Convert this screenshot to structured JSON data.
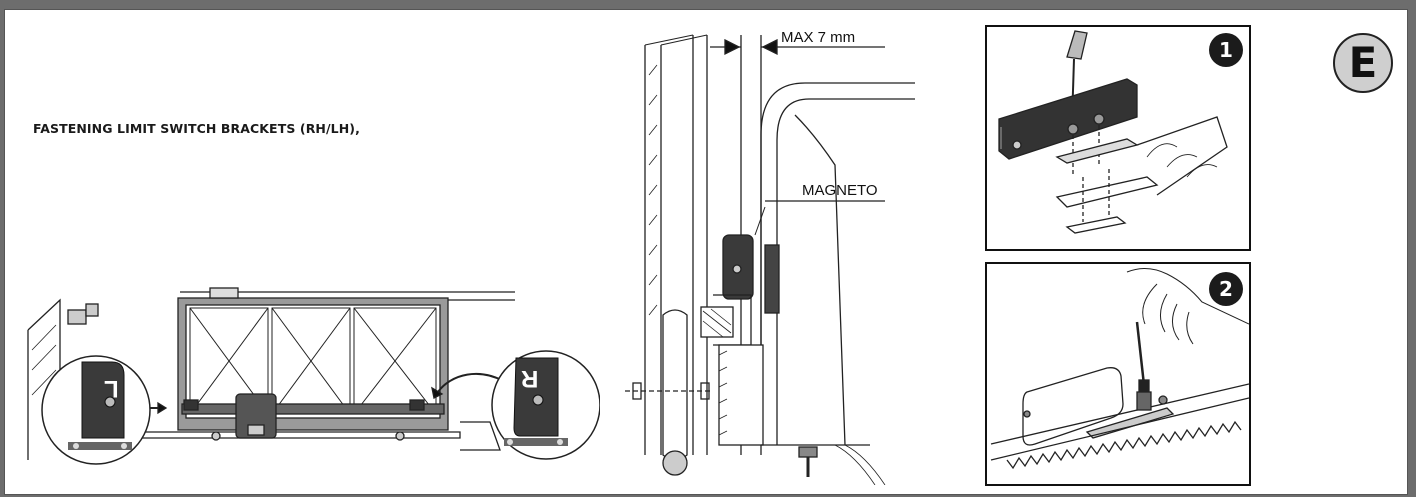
{
  "title": "FASTENING LIMIT SWITCH BRACKETS (RH/LH),",
  "section_badge": "E",
  "labels": {
    "max_gap": "MAX 7 mm",
    "magneto": "MAGNETO",
    "left_bracket_letter": "L",
    "right_bracket_letter": "R"
  },
  "steps": [
    "1",
    "2"
  ],
  "icons": {
    "screwdriver": "screwdriver-icon",
    "hex_key": "hex-key-icon"
  }
}
